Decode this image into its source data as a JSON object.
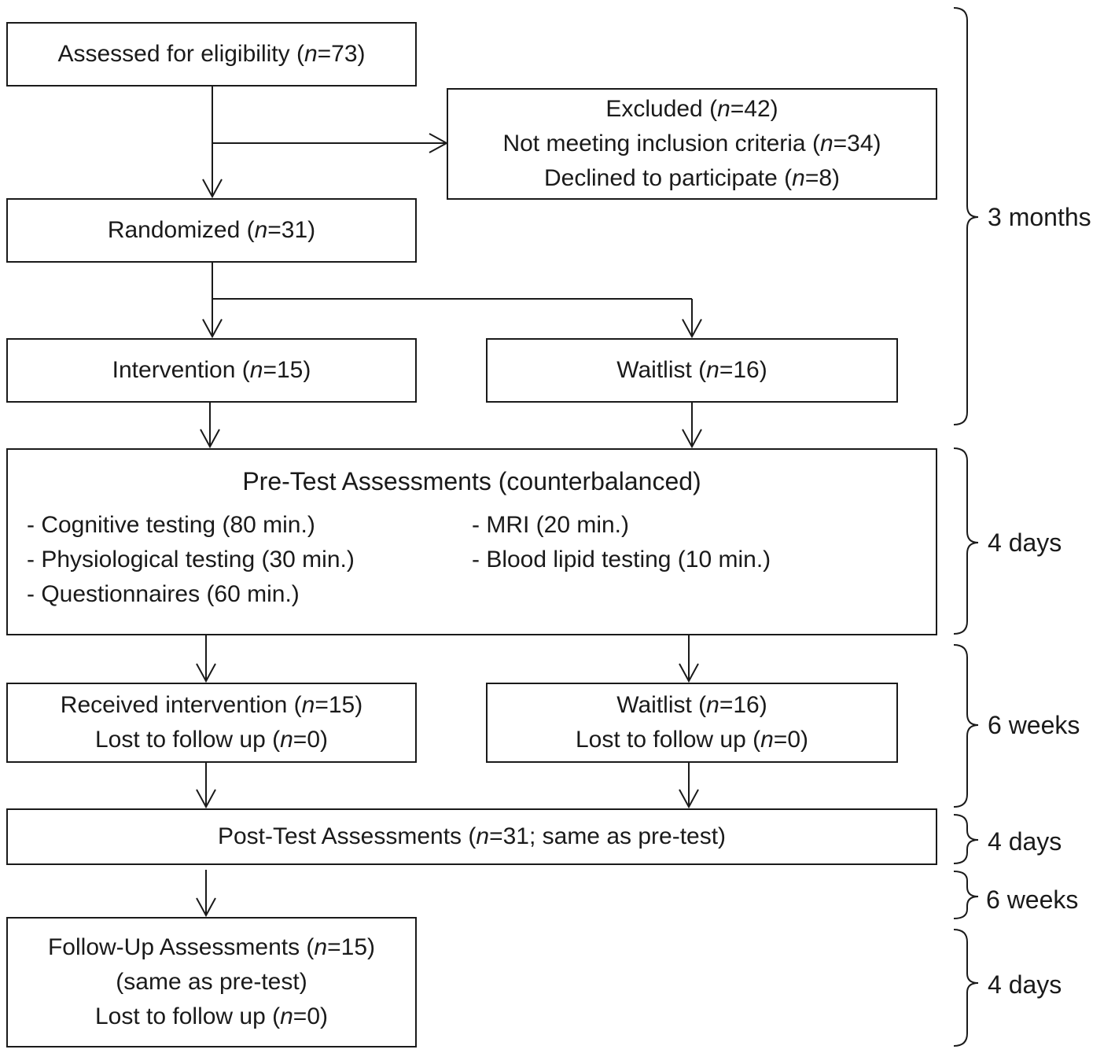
{
  "boxes": {
    "eligibility": {
      "lines": [
        [
          "Assessed for eligibility (",
          "n",
          "=73)"
        ]
      ]
    },
    "excluded": {
      "lines": [
        [
          "Excluded (",
          "n",
          "=42)"
        ],
        [
          "Not meeting inclusion criteria (",
          "n",
          "=34)"
        ],
        [
          "Declined to participate (",
          "n",
          "=8)"
        ]
      ]
    },
    "randomized": {
      "lines": [
        [
          "Randomized (",
          "n",
          "=31)"
        ]
      ]
    },
    "intervention": {
      "lines": [
        [
          "Intervention (",
          "n",
          "=15)"
        ]
      ]
    },
    "waitlist": {
      "lines": [
        [
          "Waitlist (",
          "n",
          "=16)"
        ]
      ]
    },
    "pretest": {
      "title": "Pre-Test Assessments (counterbalanced)",
      "left_items": [
        "- Cognitive testing (80 min.)",
        "- Physiological testing (30 min.)",
        "- Questionnaires (60 min.)"
      ],
      "right_items": [
        "- MRI (20 min.)",
        "- Blood lipid testing (10 min.)"
      ]
    },
    "received_intervention": {
      "lines": [
        [
          "Received intervention (",
          "n",
          "=15)"
        ],
        [
          "Lost to follow up (",
          "n",
          "=0)"
        ]
      ]
    },
    "waitlist2": {
      "lines": [
        [
          "Waitlist (",
          "n",
          "=16)"
        ],
        [
          "Lost to follow up (",
          "n",
          "=0)"
        ]
      ]
    },
    "posttest": {
      "lines": [
        [
          "Post-Test Assessments (",
          "n",
          "=31; same as pre-test)"
        ]
      ]
    },
    "followup": {
      "lines": [
        [
          "Follow-Up Assessments (",
          "n",
          "=15)"
        ],
        [
          "(same as pre-test)",
          "",
          ""
        ],
        [
          "Lost to follow up (",
          "n",
          "=0)"
        ]
      ]
    }
  },
  "periods": [
    "3 months",
    "4 days",
    "6 weeks",
    "4 days",
    "6 weeks",
    "4 days"
  ]
}
